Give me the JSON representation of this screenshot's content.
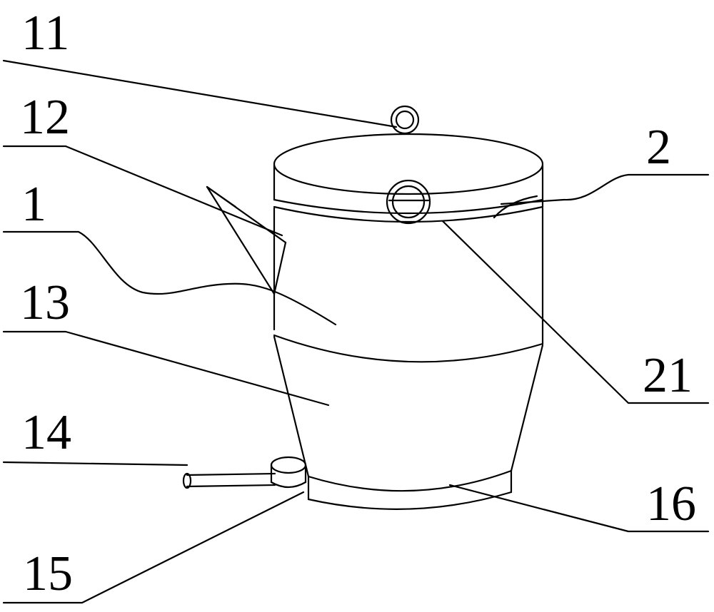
{
  "labels": {
    "l11": "11",
    "l12": "12",
    "l1": "1",
    "l13": "13",
    "l14": "14",
    "l15": "15",
    "l2": "2",
    "l21": "21",
    "l16": "16"
  },
  "colors": {
    "stroke": "#000000",
    "background": "#ffffff"
  }
}
